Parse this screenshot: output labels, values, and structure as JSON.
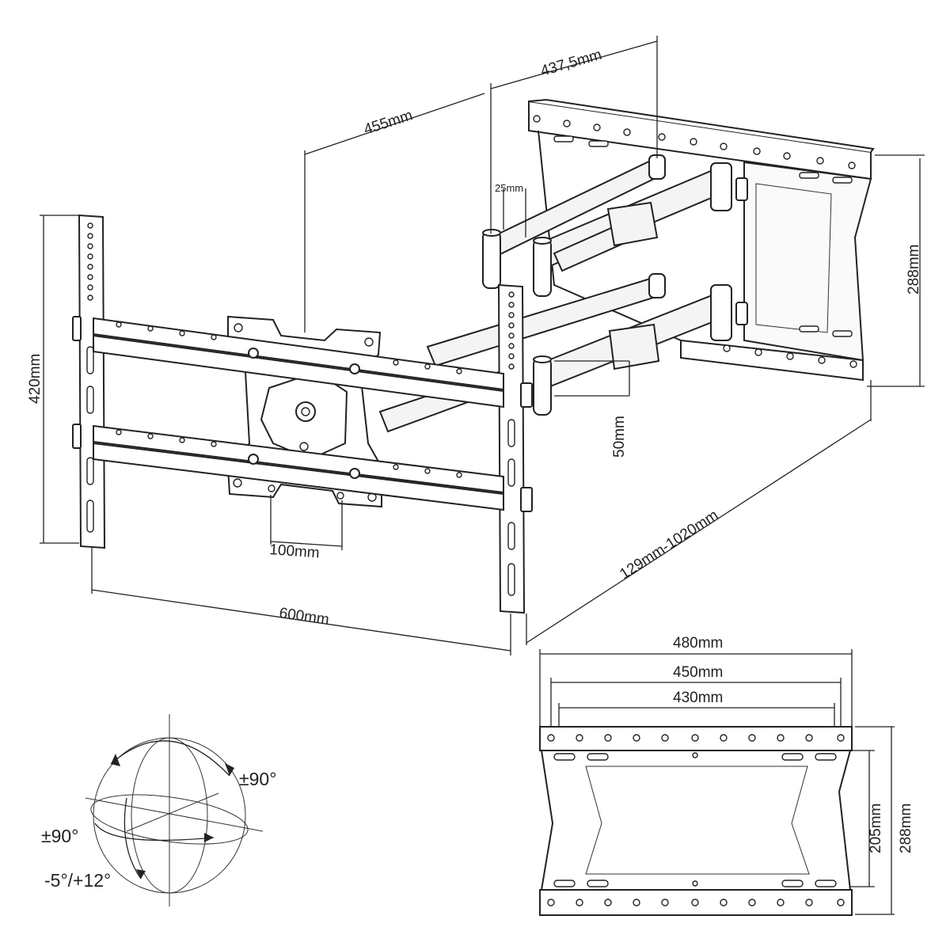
{
  "dimensions": {
    "arm_depth_outer": "437,5mm",
    "arm_depth_inner": "455mm",
    "arm_gap": "25mm",
    "wall_plate_height": "288mm",
    "tv_bracket_height": "420mm",
    "center_offset": "50mm",
    "vesa_center": "100mm",
    "tv_bracket_width": "600mm",
    "extension_range": "129mm-1020mm"
  },
  "wall_plate_detail": {
    "width_outer": "480mm",
    "width_middle": "450mm",
    "width_inner": "430mm",
    "height_total": "288mm",
    "height_inner": "205mm"
  },
  "rotation": {
    "tilt_vertical": "±90°",
    "swivel": "±90°",
    "tilt": "-5°/+12°"
  }
}
